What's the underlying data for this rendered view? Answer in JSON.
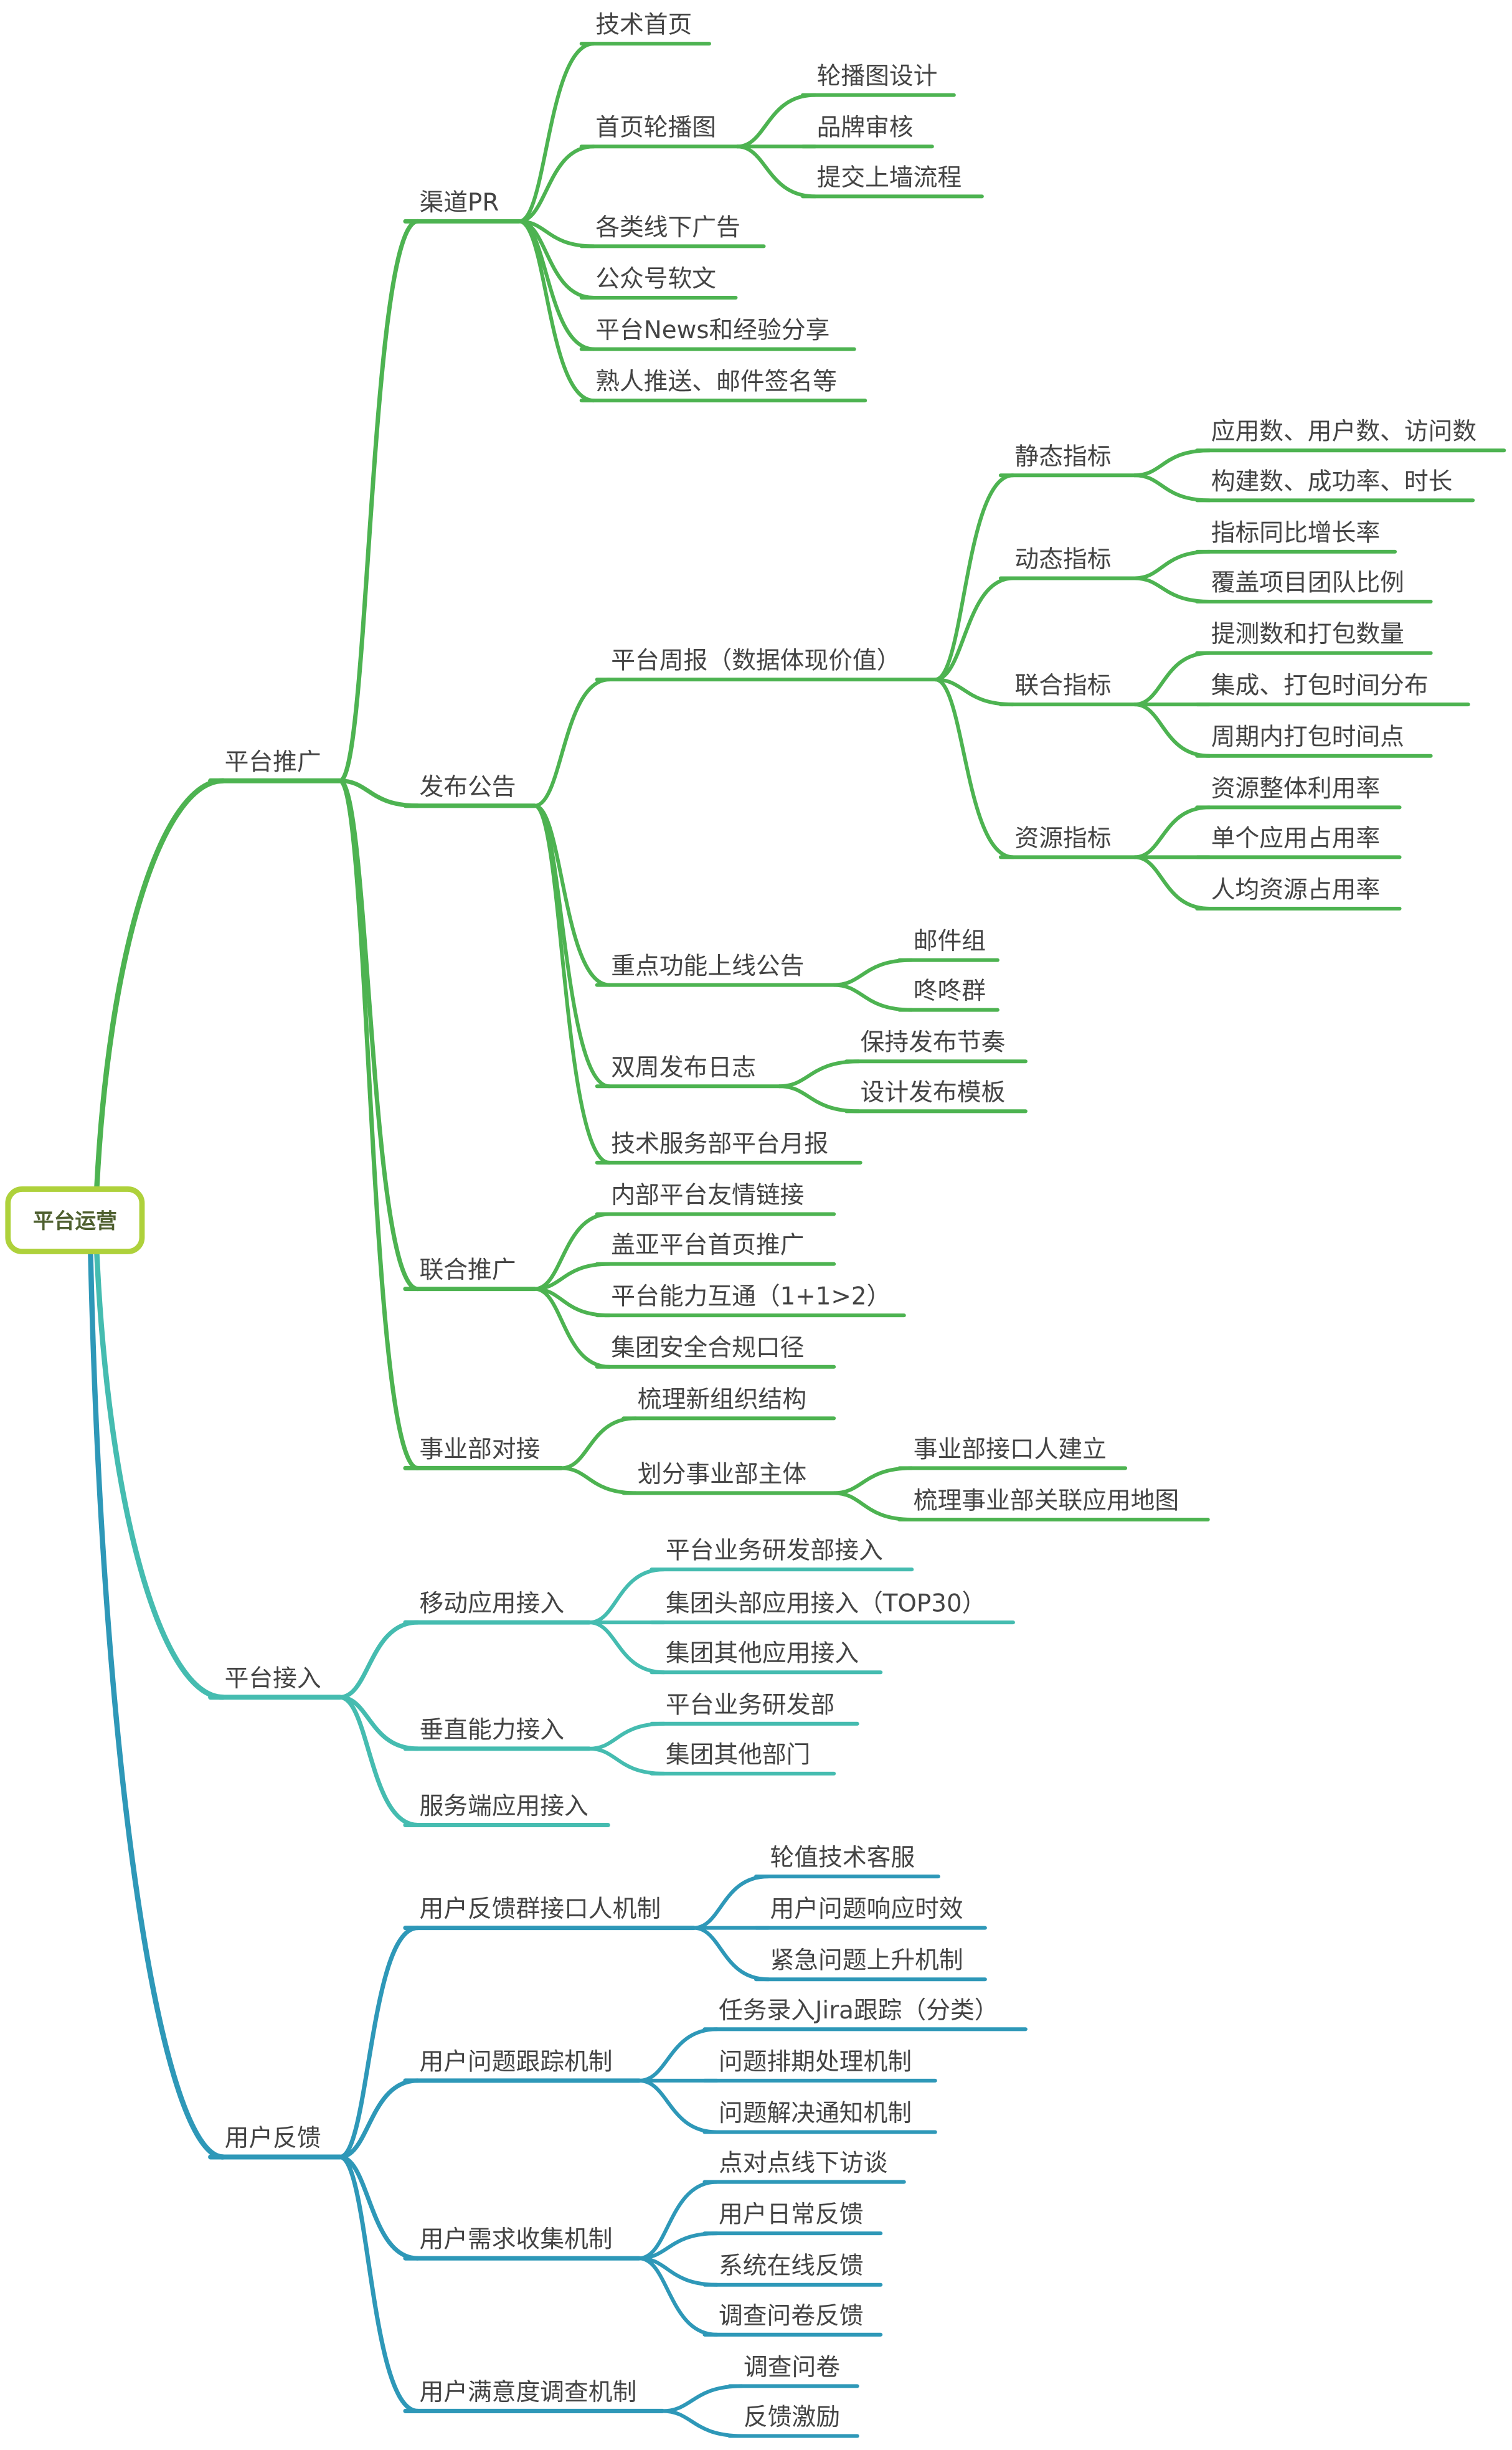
{
  "colors": {
    "root_border": "#aed13b",
    "green": "#4db351",
    "teal": "#45bcb0",
    "blue": "#2e98b8",
    "text": "#444444"
  },
  "root": {
    "label": "平台运营"
  },
  "branches": [
    {
      "label": "平台推广",
      "color": "green",
      "children": [
        {
          "label": "渠道PR",
          "children": [
            {
              "label": "技术首页"
            },
            {
              "label": "首页轮播图",
              "children": [
                {
                  "label": "轮播图设计"
                },
                {
                  "label": "品牌审核"
                },
                {
                  "label": "提交上墙流程"
                }
              ]
            },
            {
              "label": "各类线下广告"
            },
            {
              "label": "公众号软文"
            },
            {
              "label": "平台News和经验分享"
            },
            {
              "label": "熟人推送、邮件签名等"
            }
          ]
        },
        {
          "label": "发布公告",
          "children": [
            {
              "label": "平台周报（数据体现价值）",
              "children": [
                {
                  "label": "静态指标",
                  "children": [
                    {
                      "label": "应用数、用户数、访问数"
                    },
                    {
                      "label": "构建数、成功率、时长"
                    }
                  ]
                },
                {
                  "label": "动态指标",
                  "children": [
                    {
                      "label": "指标同比增长率"
                    },
                    {
                      "label": "覆盖项目团队比例"
                    }
                  ]
                },
                {
                  "label": "联合指标",
                  "children": [
                    {
                      "label": "提测数和打包数量"
                    },
                    {
                      "label": "集成、打包时间分布"
                    },
                    {
                      "label": "周期内打包时间点"
                    }
                  ]
                },
                {
                  "label": "资源指标",
                  "children": [
                    {
                      "label": "资源整体利用率"
                    },
                    {
                      "label": "单个应用占用率"
                    },
                    {
                      "label": "人均资源占用率"
                    }
                  ]
                }
              ]
            },
            {
              "label": "重点功能上线公告",
              "children": [
                {
                  "label": "邮件组"
                },
                {
                  "label": "咚咚群"
                }
              ]
            },
            {
              "label": "双周发布日志",
              "children": [
                {
                  "label": "保持发布节奏"
                },
                {
                  "label": "设计发布模板"
                }
              ]
            },
            {
              "label": "技术服务部平台月报"
            }
          ]
        },
        {
          "label": "联合推广",
          "children": [
            {
              "label": "内部平台友情链接"
            },
            {
              "label": "盖亚平台首页推广"
            },
            {
              "label": "平台能力互通（1+1>2）"
            },
            {
              "label": "集团安全合规口径"
            }
          ]
        },
        {
          "label": "事业部对接",
          "children": [
            {
              "label": "梳理新组织结构"
            },
            {
              "label": "划分事业部主体",
              "children": [
                {
                  "label": "事业部接口人建立"
                },
                {
                  "label": "梳理事业部关联应用地图"
                }
              ]
            }
          ]
        }
      ]
    },
    {
      "label": "平台接入",
      "color": "teal",
      "children": [
        {
          "label": "移动应用接入",
          "children": [
            {
              "label": "平台业务研发部接入"
            },
            {
              "label": "集团头部应用接入（TOP30）"
            },
            {
              "label": "集团其他应用接入"
            }
          ]
        },
        {
          "label": "垂直能力接入",
          "children": [
            {
              "label": "平台业务研发部"
            },
            {
              "label": "集团其他部门"
            }
          ]
        },
        {
          "label": "服务端应用接入"
        }
      ]
    },
    {
      "label": "用户反馈",
      "color": "blue",
      "children": [
        {
          "label": "用户反馈群接口人机制",
          "children": [
            {
              "label": "轮值技术客服"
            },
            {
              "label": "用户问题响应时效"
            },
            {
              "label": "紧急问题上升机制"
            }
          ]
        },
        {
          "label": "用户问题跟踪机制",
          "children": [
            {
              "label": "任务录入Jira跟踪（分类）"
            },
            {
              "label": "问题排期处理机制"
            },
            {
              "label": "问题解决通知机制"
            }
          ]
        },
        {
          "label": "用户需求收集机制",
          "children": [
            {
              "label": "点对点线下访谈"
            },
            {
              "label": "用户日常反馈"
            },
            {
              "label": "系统在线反馈"
            },
            {
              "label": "调查问卷反馈"
            }
          ]
        },
        {
          "label": "用户满意度调查机制",
          "children": [
            {
              "label": "调查问卷"
            },
            {
              "label": "反馈激励"
            }
          ]
        }
      ]
    }
  ]
}
